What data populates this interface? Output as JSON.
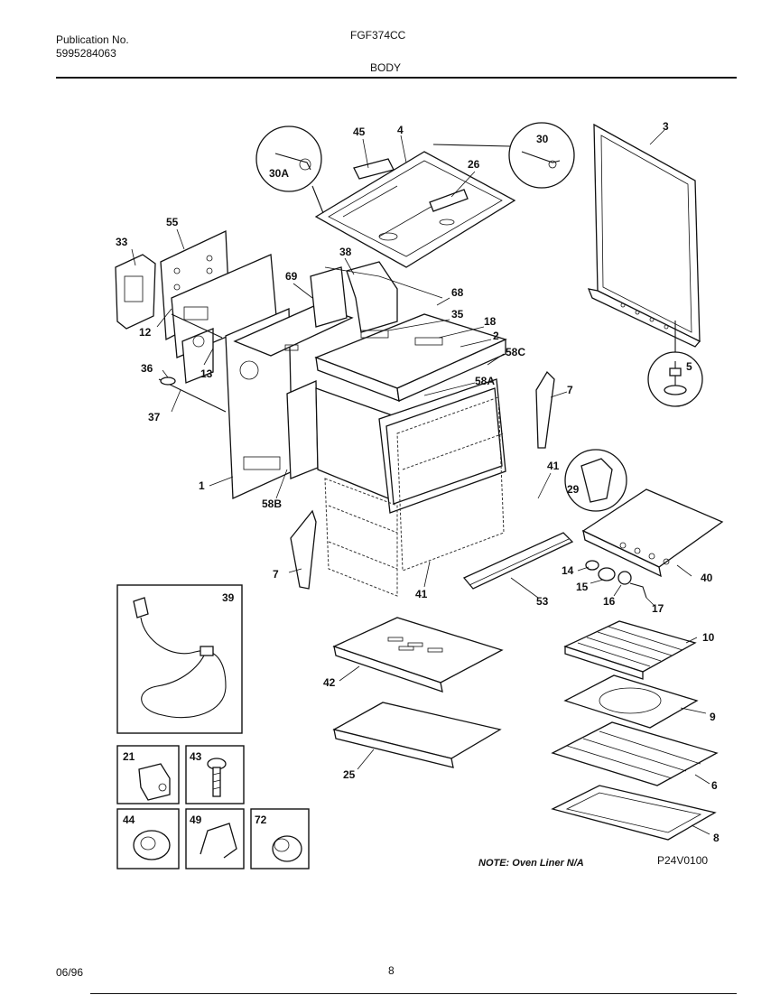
{
  "header": {
    "publication_label": "Publication No.",
    "publication_number": "5995284063",
    "model": "FGF374CC",
    "section": "BODY"
  },
  "footer": {
    "date": "06/96",
    "page": "8"
  },
  "diagram": {
    "note": "NOTE: Oven Liner N/A",
    "drawing_code": "P24V0100",
    "callouts": [
      "45",
      "4",
      "30",
      "3",
      "30A",
      "26",
      "55",
      "33",
      "38",
      "69",
      "68",
      "35",
      "18",
      "2",
      "58C",
      "12",
      "13",
      "36",
      "58A",
      "5",
      "37",
      "7",
      "1",
      "58B",
      "41",
      "29",
      "40",
      "14",
      "15",
      "16",
      "17",
      "53",
      "39",
      "10",
      "42",
      "9",
      "21",
      "43",
      "25",
      "6",
      "44",
      "49",
      "72",
      "8"
    ]
  }
}
